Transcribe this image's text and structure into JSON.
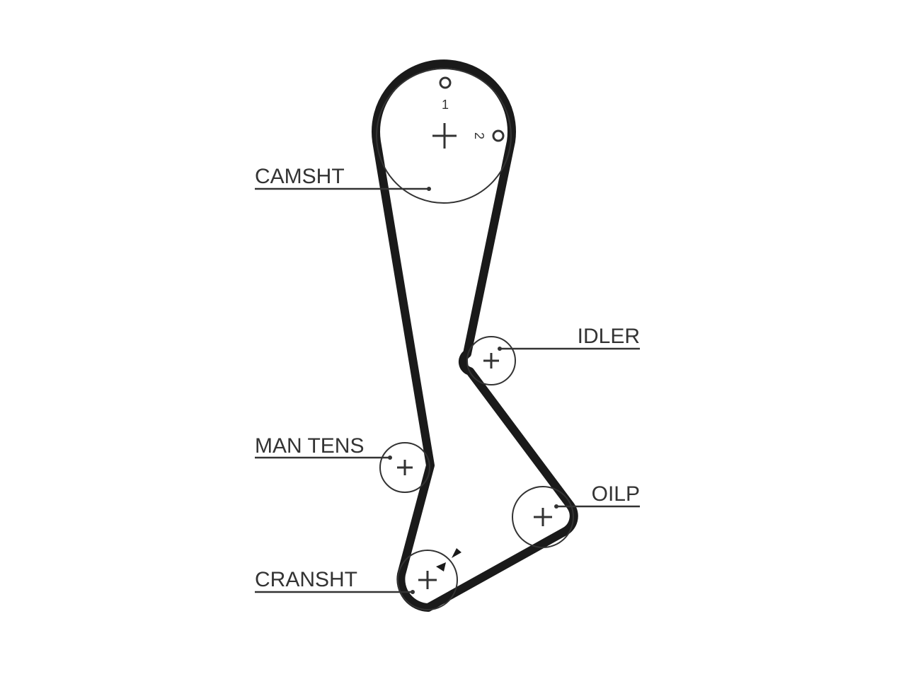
{
  "diagram": {
    "labels": {
      "camshaft": "CAMSHT",
      "idler": "IDLER",
      "manual_tensioner": "MAN TENS",
      "oil_pump": "OILP",
      "crankshaft": "CRANSHT"
    },
    "timing_marks": {
      "mark_1": "1",
      "mark_2": "2"
    },
    "colors": {
      "belt": "#1a1a1a",
      "lines": "#333333",
      "background": "#ffffff"
    }
  }
}
